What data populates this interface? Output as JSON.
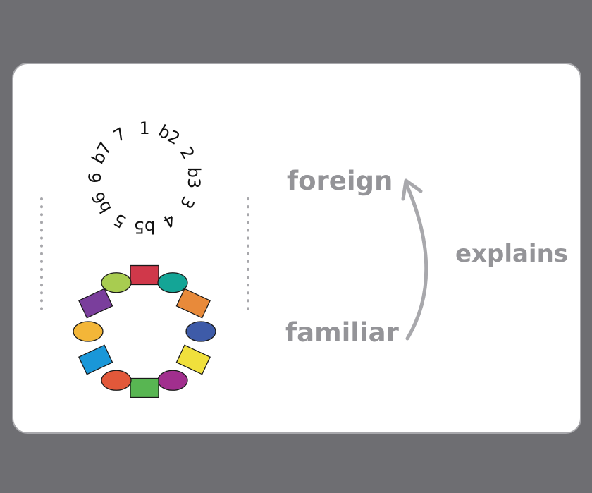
{
  "labels": {
    "foreign": "foreign",
    "familiar": "familiar",
    "explains": "explains"
  },
  "intervals": [
    "1",
    "b2",
    "2",
    "b3",
    "3",
    "4",
    "b5",
    "5",
    "b6",
    "6",
    "b7",
    "7"
  ],
  "shapes": [
    {
      "kind": "square",
      "color": "#d0384a"
    },
    {
      "kind": "ellipse",
      "color": "#14a596"
    },
    {
      "kind": "diamond",
      "color": "#e88a3a"
    },
    {
      "kind": "ellipse",
      "color": "#3e5ba8"
    },
    {
      "kind": "diamond",
      "color": "#f0e03c"
    },
    {
      "kind": "ellipse",
      "color": "#a12f8e"
    },
    {
      "kind": "square",
      "color": "#58b652"
    },
    {
      "kind": "ellipse",
      "color": "#e2583a"
    },
    {
      "kind": "diamond",
      "color": "#1a97d8"
    },
    {
      "kind": "ellipse",
      "color": "#f3b638"
    },
    {
      "kind": "diamond",
      "color": "#7a3e9c"
    },
    {
      "kind": "ellipse",
      "color": "#a8cc50"
    }
  ],
  "colors": {
    "background": "#6e6e72",
    "card": "#ffffff",
    "label_gray": "#949498",
    "dotted_line": "#a8a8ac"
  }
}
